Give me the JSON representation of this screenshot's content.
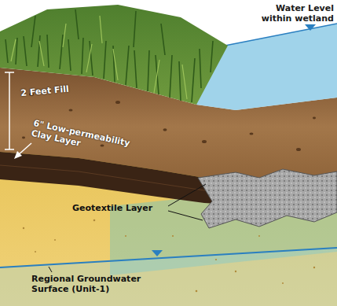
{
  "diagram": {
    "labels": [
      "Water Level within wetland",
      "2 Feet Fill",
      "6\" Low-permeability Clay Layer",
      "Geotextile Layer",
      "Regional Groundwater Surface (Unit-1)"
    ]
  }
}
